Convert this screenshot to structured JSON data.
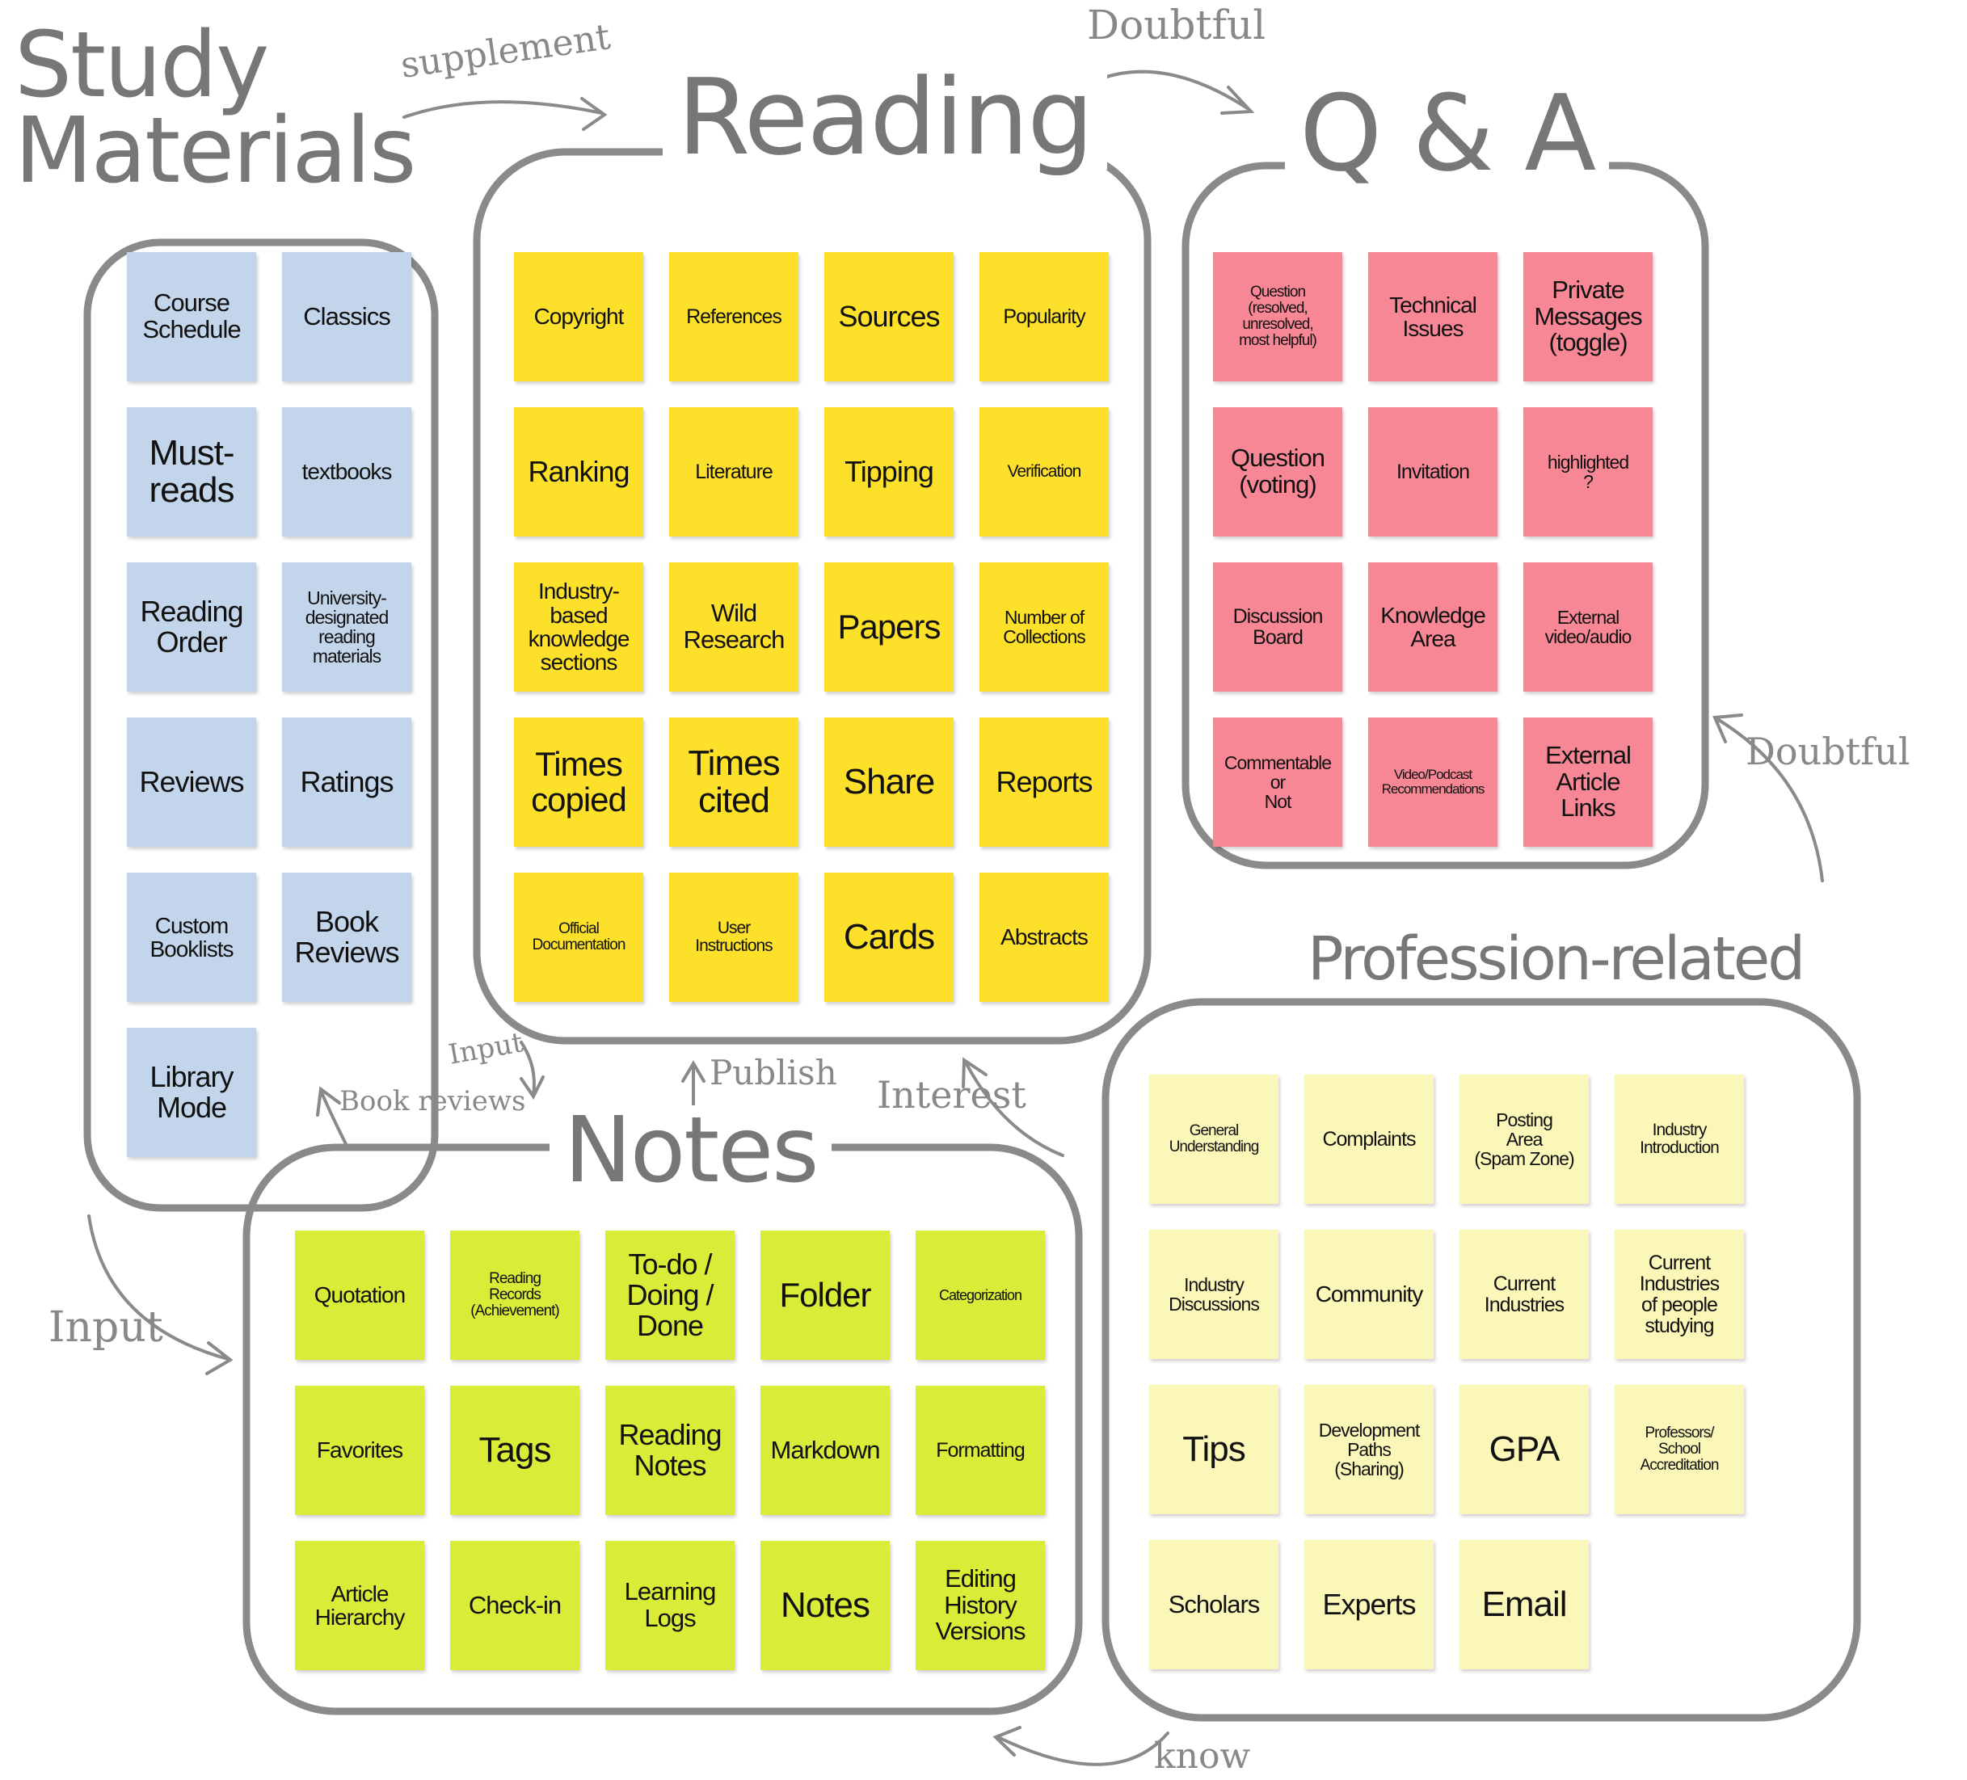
{
  "colors": {
    "study": "#c3d5ea",
    "reading": "#fde02a",
    "qa": "#f88795",
    "notes": "#d9ec37",
    "profession": "#fbf7b9",
    "outline": "#8a8a8a"
  },
  "sections": {
    "study": {
      "title": "Study\nMaterials",
      "notes": [
        "Course\nSchedule",
        "Classics",
        "Must-\nreads",
        "textbooks",
        "Reading\nOrder",
        "University-\ndesignated\nreading\nmaterials",
        "Reviews",
        "Ratings",
        "Custom\nBooklists",
        "Book\nReviews",
        "Library\nMode"
      ]
    },
    "reading": {
      "title": "Reading",
      "notes": [
        "Copyright",
        "References",
        "Sources",
        "Popularity",
        "Ranking",
        "Literature",
        "Tipping",
        "Verification",
        "Industry-\nbased\nknowledge\nsections",
        "Wild\nResearch",
        "Papers",
        "Number of\nCollections",
        "Times\ncopied",
        "Times\ncited",
        "Share",
        "Reports",
        "Official\nDocumentation",
        "User\nInstructions",
        "Cards",
        "Abstracts"
      ]
    },
    "qa": {
      "title": "Q & A",
      "notes": [
        "Question\n(resolved,\nunresolved,\nmost helpful)",
        "Technical\nIssues",
        "Private\nMessages\n(toggle)",
        "Question\n(voting)",
        "Invitation",
        "highlighted\n?",
        "Discussion\nBoard",
        "Knowledge\nArea",
        "External\nvideo/audio",
        "Commentable\nor\nNot",
        "Video/Podcast\nRecommendations",
        "External\nArticle\nLinks"
      ]
    },
    "notes": {
      "title": "Notes",
      "notes": [
        "Quotation",
        "Reading\nRecords\n(Achievement)",
        "To-do /\nDoing /\nDone",
        "Folder",
        "Categorization",
        "Favorites",
        "Tags",
        "Reading\nNotes",
        "Markdown",
        "Formatting",
        "Article\nHierarchy",
        "Check-in",
        "Learning\nLogs",
        "Notes",
        "Editing\nHistory\nVersions"
      ]
    },
    "profession": {
      "title": "Profession-related",
      "notes": [
        "General\nUnderstanding",
        "Complaints",
        "Posting\nArea\n(Spam Zone)",
        "Industry\nIntroduction",
        "Industry\nDiscussions",
        "Community",
        "Current\nIndustries",
        "Current\nIndustries\nof people\nstudying",
        "Tips",
        "Development\nPaths\n(Sharing)",
        "GPA",
        "Professors/\nSchool\nAccreditation",
        "Scholars",
        "Experts",
        "Email"
      ]
    }
  },
  "annotations": {
    "supplement": "supplement",
    "doubtful_top": "Doubtful",
    "doubtful_right": "Doubtful",
    "input_left": "Input",
    "input_small": "Input",
    "book_reviews": "Book reviews",
    "publish": "Publish",
    "interest": "Interest",
    "know": "know"
  }
}
